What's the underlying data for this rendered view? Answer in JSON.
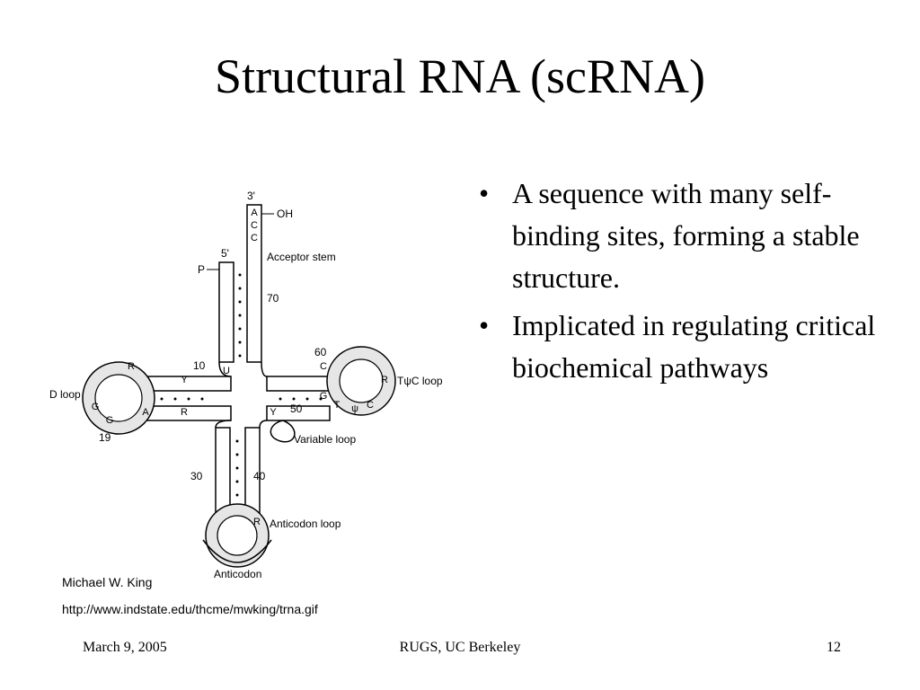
{
  "slide": {
    "title": "Structural RNA (scRNA)",
    "bullets": [
      "A sequence with many self-binding sites, forming a stable structure.",
      "Implicated in regulating critical biochemical pathways"
    ]
  },
  "figure": {
    "labels": {
      "three_prime": "3'",
      "five_prime": "5'",
      "oh": "OH",
      "p": "P",
      "acceptor_stem": "Acceptor stem",
      "d_loop": "D loop",
      "tpsic_loop": "TψC loop",
      "variable_loop": "Variable loop",
      "anticodon_loop": "Anticodon loop",
      "anticodon": "Anticodon",
      "n70": "70",
      "n60": "60",
      "n10": "10",
      "n50": "50",
      "n19": "19",
      "n30": "30",
      "n40": "40"
    },
    "bases": {
      "acceptor_a": "A",
      "acceptor_c1": "C",
      "acceptor_c2": "C",
      "d_r": "R",
      "d_y": "Y",
      "d_g1": "G",
      "d_g2": "G",
      "d_a": "A",
      "d_r2": "R",
      "u8": "U",
      "t_c": "C",
      "t_r": "R",
      "t_g": "G",
      "t_t": "T",
      "t_psi": "ψ",
      "t_c2": "C",
      "t_y": "Y",
      "ac_r": "R"
    }
  },
  "captions": {
    "author": "Michael W. King",
    "url": "http://www.indstate.edu/thcme/mwking/trna.gif"
  },
  "footer": {
    "date": "March 9, 2005",
    "venue": "RUGS, UC Berkeley",
    "page": "12"
  }
}
